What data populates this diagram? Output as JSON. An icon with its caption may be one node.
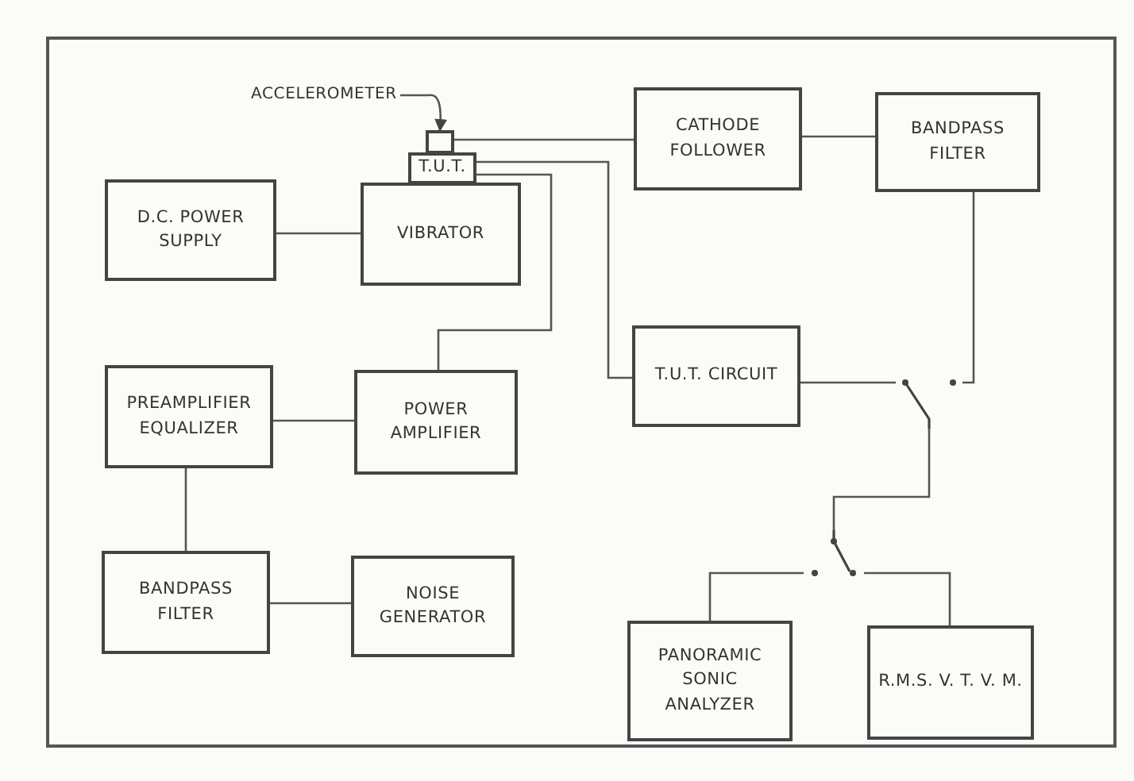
{
  "diagram": {
    "nodes": [
      {
        "text": [
          "ACCELEROMETER"
        ]
      },
      {
        "text": [],
        "shape": "box"
      },
      {
        "text": [
          "T.U.T."
        ]
      },
      {
        "text": [
          "D.C. POWER SUPPLY"
        ]
      },
      {
        "text": [
          "VIBRATOR"
        ]
      },
      {
        "text": [
          "CATHODE FOLLOWER"
        ]
      },
      {
        "text": [
          "BANDPASS FILTER"
        ]
      },
      {
        "text": [
          "PREAMPLIFIER EQUALIZER"
        ]
      },
      {
        "text": [
          "POWER AMPLIFIER"
        ]
      },
      {
        "text": [
          "T.U.T. CIRCUIT"
        ]
      },
      {
        "text": [],
        "shape": "switch"
      },
      {
        "text": [
          "BANDPASS FILTER"
        ]
      },
      {
        "text": [
          "NOISE GENERATOR"
        ]
      },
      {
        "text": [],
        "shape": "switch"
      },
      {
        "text": [
          "PANORAMIC SONIC ANALYZER"
        ]
      },
      {
        "text": [
          "R.M.S. V. T. V. M."
        ]
      }
    ],
    "edges": [
      {
        "from": 0,
        "to": 1,
        "arrow": "to"
      },
      {
        "from": 1,
        "to": 5,
        "arrow": "none"
      },
      {
        "from": 3,
        "to": 4,
        "arrow": "none"
      },
      {
        "from": 2,
        "to": 9,
        "arrow": "none"
      },
      {
        "from": 2,
        "to": 8,
        "arrow": "none"
      },
      {
        "from": 5,
        "to": 6,
        "arrow": "none"
      },
      {
        "from": 7,
        "to": 8,
        "arrow": "none"
      },
      {
        "from": 7,
        "to": 11,
        "arrow": "none"
      },
      {
        "from": 11,
        "to": 12,
        "arrow": "none"
      },
      {
        "from": 9,
        "to": 10,
        "arrow": "none"
      },
      {
        "from": 6,
        "to": 10,
        "arrow": "none"
      },
      {
        "from": 10,
        "to": 13,
        "arrow": "none"
      },
      {
        "from": 13,
        "to": 14,
        "arrow": "none"
      },
      {
        "from": 13,
        "to": 15,
        "arrow": "none"
      }
    ]
  }
}
